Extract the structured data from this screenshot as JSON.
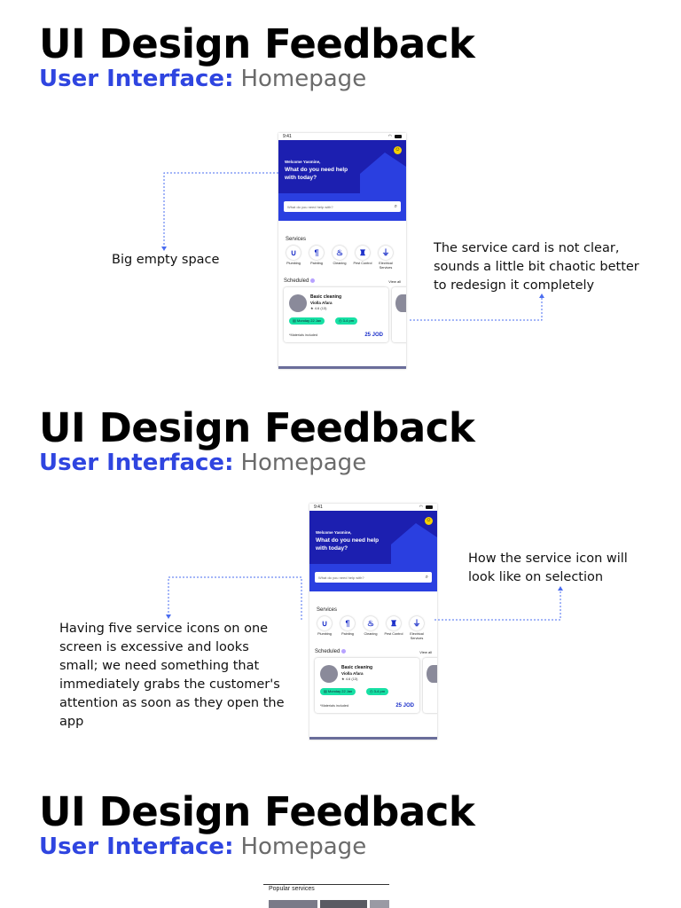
{
  "header": {
    "title": "UI Design Feedback",
    "subtitle_accent": "User Interface:",
    "subtitle_rest": "Homepage"
  },
  "notes": {
    "s1_left": "Big empty space",
    "s1_right": "The service card is not clear, sounds a little bit chaotic better to redesign it completely",
    "s2_right": "How the service icon will look like on selection",
    "s2_left": "Having five service icons on one screen is excessive and looks small; we need something that immediately grabs the customer's attention as soon as they open the app"
  },
  "phone": {
    "time": "9:41",
    "welcome": "Welcome Yasmine,",
    "question": "What do you need help with today?",
    "search_placeholder": "What do you need help with?",
    "services_label": "Services",
    "services": [
      {
        "label": "Plumbing",
        "icon": "pipe-icon"
      },
      {
        "label": "Painting",
        "icon": "paint-roller-icon"
      },
      {
        "label": "Cleaning",
        "icon": "cleaning-icon"
      },
      {
        "label": "Pest Control",
        "icon": "spray-icon"
      },
      {
        "label": "Electrical Services",
        "icon": "plug-icon"
      }
    ],
    "scheduled_label": "Scheduled",
    "view_all": "View all",
    "card": {
      "title": "Basic cleaning",
      "name": "Violla Afara",
      "rating": "★ 4.6 (13)",
      "date": "Monday 22 Jan",
      "time": "3-4 pm",
      "note": "*Materials included",
      "price": "25 JOD"
    }
  },
  "popular": {
    "label": "Popular services"
  },
  "colors": {
    "accent": "#2f45e0",
    "hero": "#2233cc",
    "pill": "#17e0a4",
    "connector": "#4a6cf0"
  }
}
